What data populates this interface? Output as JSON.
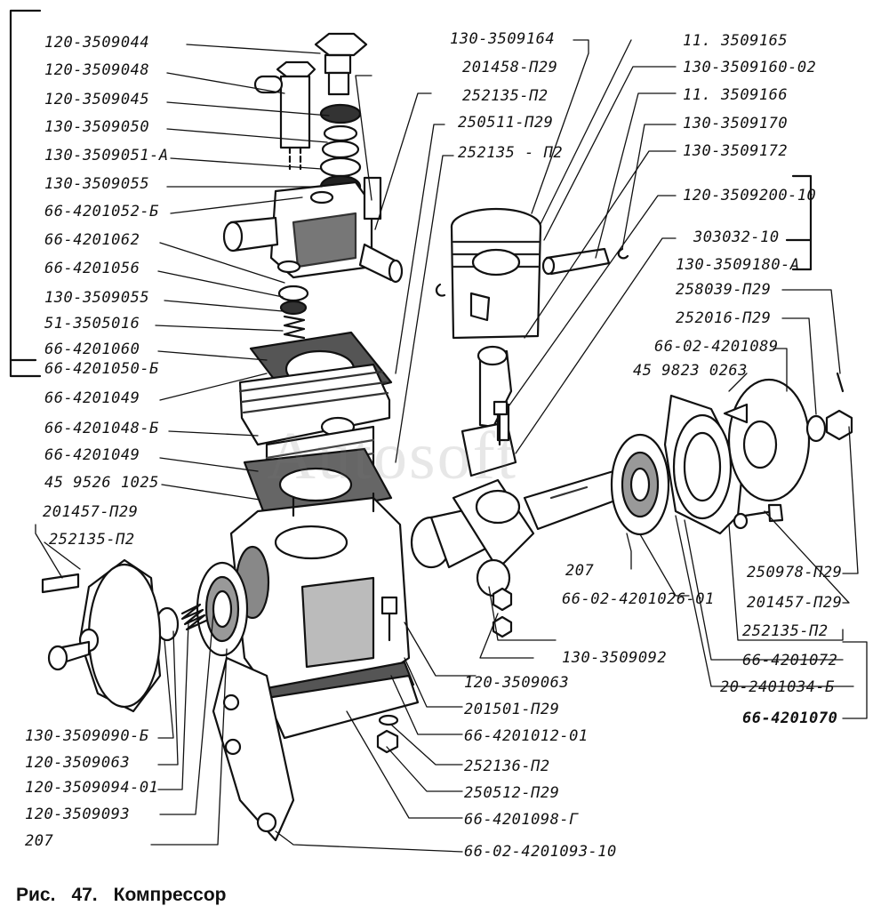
{
  "figure": {
    "caption_prefix": "Рис.",
    "caption_number": "47.",
    "caption_title": "Компрессор",
    "watermark": "Autosoft"
  },
  "colors": {
    "ink": "#111111",
    "paper": "#ffffff"
  },
  "labels": [
    "120-3509044",
    "120-3509048",
    "120-3509045",
    "130-3509050",
    "130-3509051-A",
    "130-3509055",
    "66-4201052-Б",
    "66-4201062",
    "66-4201056",
    "130-3509055",
    "51-3505016",
    "66-4201060",
    "66-4201050-Б",
    "66-4201049",
    "66-4201048-Б",
    "66-4201049",
    "45 9526 1025",
    "201457-П29",
    "252135-П2",
    "130-3509090-Б",
    "120-3509063",
    "120-3509094-01",
    "120-3509093",
    "207",
    "130-3509164",
    "201458-П29",
    "252135-П2",
    "250511-П29",
    "252135 - П2",
    "11. 3509165",
    "130-3509160-02",
    "11. 3509166",
    "130-3509170",
    "130-3509172",
    "120-3509200-10",
    "303032-10",
    "130-3509180-A",
    "258039-П29",
    "252016-П29",
    "66-02-4201089",
    "45 9823 0263",
    "207",
    "66-02-4201026-01",
    "130-3509092",
    "120-3509063",
    "201501-П29",
    "66-4201012-01",
    "252136-П2",
    "250512-П29",
    "66-4201098-Г",
    "66-02-4201093-10",
    "250978-П29",
    "201457-П29",
    "252135-П2",
    "66-4201072",
    "20-2401034-Б",
    "66-4201070"
  ]
}
